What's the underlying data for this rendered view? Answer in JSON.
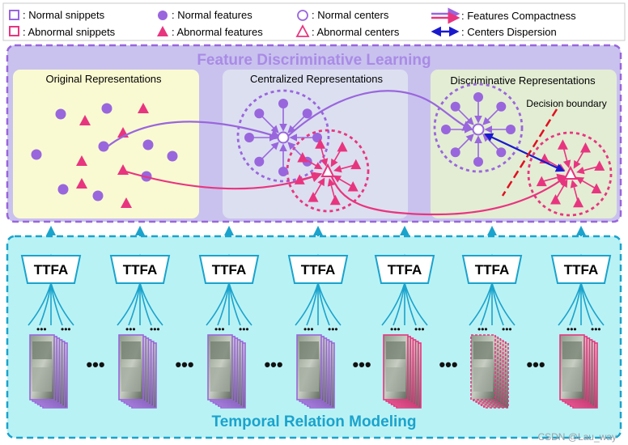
{
  "legend": {
    "normal_snippets": ": Normal snippets",
    "abnormal_snippets": ": Abnormal snippets",
    "normal_features": ": Normal features",
    "abnormal_features": ": Abnormal features",
    "normal_centers": ": Normal centers",
    "abnormal_centers": ": Abnormal centers",
    "features_compactness": ": Features Compactness",
    "centers_dispersion": ": Centers Dispersion"
  },
  "feature_learning": {
    "title": "Feature Discriminative Learning",
    "panels": [
      "Original Representations",
      "Centralized Representations",
      "Discriminative Representations"
    ],
    "decision_boundary": "Decision boundary"
  },
  "temporal": {
    "title": "Temporal Relation Modeling",
    "module_label": "TTFA",
    "ellipsis": "•••",
    "small_dots": "•••"
  },
  "watermark": "CSDN @Lau_way",
  "colors": {
    "normal": "#9966dd",
    "abnormal": "#e8357f",
    "cyan": "#1aa3cc",
    "center_arrow": "#1a1acc",
    "outer_panel": "#c9c2ee",
    "temporal_bg": "#b9f2f5",
    "panel_original": "#fafad2",
    "panel_centralized": "#dcdff0",
    "panel_discriminative": "#e3edd4"
  }
}
